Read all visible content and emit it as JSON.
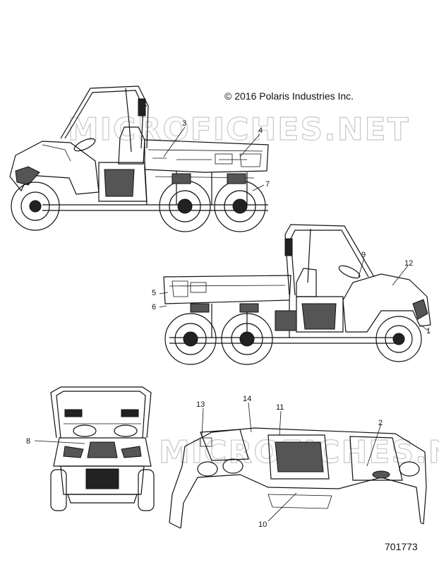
{
  "header": {
    "copyright": "© 2016 Polaris Industries Inc."
  },
  "watermark": {
    "text": "MICROFICHES.NET"
  },
  "footer": {
    "part_number": "701773"
  },
  "callouts": {
    "c1": "1",
    "c2": "2",
    "c3": "3",
    "c4": "4",
    "c5": "5",
    "c6": "6",
    "c7": "7",
    "c8": "8",
    "c9": "9",
    "c10": "10",
    "c11": "11",
    "c12": "12",
    "c13": "13",
    "c14": "14"
  }
}
